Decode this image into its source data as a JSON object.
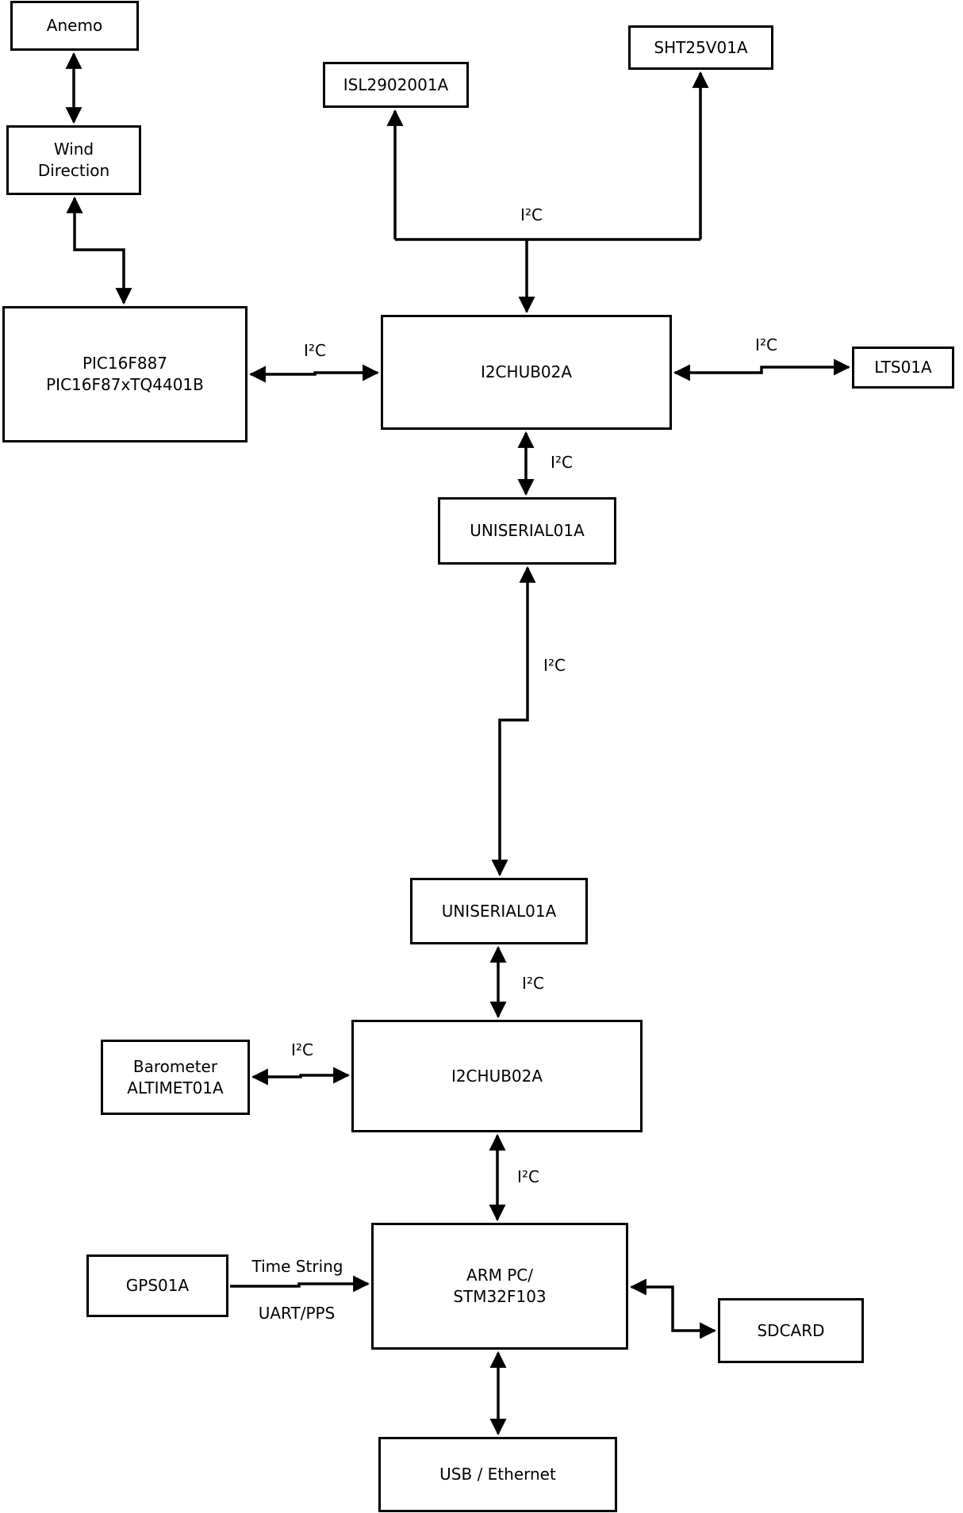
{
  "diagram": {
    "background_color": "#ffffff",
    "line_color": "#000000",
    "nodes": {
      "anemo": {
        "label": "Anemo"
      },
      "wind_direction": {
        "line1": "Wind",
        "line2": "Direction"
      },
      "pic": {
        "line1": "PIC16F887",
        "line2": "PIC16F87xTQ4401B"
      },
      "isl": {
        "label": "ISL2902001A"
      },
      "sht": {
        "label": "SHT25V01A"
      },
      "i2chub_top": {
        "label": "I2CHUB02A"
      },
      "lts": {
        "label": "LTS01A"
      },
      "uniserial_top": {
        "label": "UNISERIAL01A"
      },
      "uniserial_bottom": {
        "label": "UNISERIAL01A"
      },
      "i2chub_bottom": {
        "label": "I2CHUB02A"
      },
      "barometer": {
        "line1": "Barometer",
        "line2": "ALTIMET01A"
      },
      "gps": {
        "label": "GPS01A"
      },
      "arm": {
        "line1": "ARM PC/",
        "line2": "STM32F103"
      },
      "sdcard": {
        "label": "SDCARD"
      },
      "usb": {
        "label": "USB / Ethernet"
      }
    },
    "edge_labels": {
      "trunk_i2c": "I²C",
      "pic_hub_i2c": "I²C",
      "hub_lts_i2c": "I²C",
      "hub_uni_i2c": "I²C",
      "uni_uni_i2c": "I²C",
      "uni_hub2_i2c": "I²C",
      "baro_hub2_i2c": "I²C",
      "hub2_arm_i2c": "I²C",
      "gps_arm_top": "Time String",
      "gps_arm_bottom": "UART/PPS"
    }
  }
}
